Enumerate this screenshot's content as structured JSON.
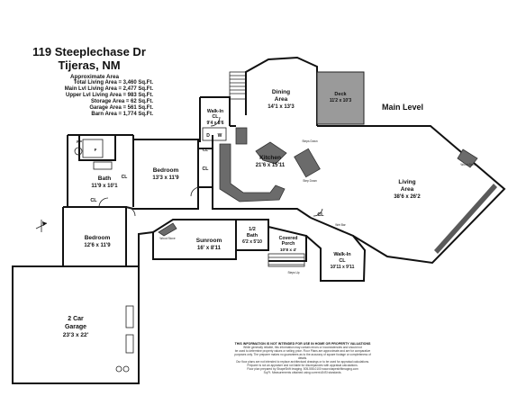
{
  "header": {
    "address_line1": "119 Steeplechase Dr",
    "address_line2": "Tijeras, NM"
  },
  "area_summary": {
    "heading": "Approximate Area",
    "lines": [
      "Total Living Area = 3,460 Sq.Ft.",
      "Main Lvl Living Area = 2,477 Sq.Ft.",
      "Upper Lvl Living Area = 983 Sq.Ft.",
      "Storage Area = 62 Sq.Ft.",
      "Garage Area = 561 Sq.Ft.",
      "Barn Area = 1,774 Sq.Ft."
    ]
  },
  "level_label": "Main Level",
  "rooms": {
    "dining": {
      "name": "Dining",
      "name2": "Area",
      "dims": "14'1 x 13'3"
    },
    "deck": {
      "name": "Deck",
      "dims": "11'2 x 10'3"
    },
    "walkin_top": {
      "name": "Walk-In",
      "name2": "CL",
      "dims": "9'4 x 8'6"
    },
    "kitchen": {
      "name": "Kitchen",
      "dims": "21'6 x 15'11"
    },
    "bedroom1": {
      "name": "Bedroom",
      "dims": "13'3 x 11'9"
    },
    "bath": {
      "name": "Bath",
      "dims": "11'9 x 10'1"
    },
    "living": {
      "name": "Living",
      "name2": "Area",
      "dims": "38'6 x 26'2"
    },
    "bedroom2": {
      "name": "Bedroom",
      "dims": "12'6 x 11'9"
    },
    "sunroom": {
      "name": "Sunroom",
      "dims": "16' x 8'11"
    },
    "half_bath": {
      "name": "1/2",
      "name2": "Bath",
      "dims": "6'2 x 5'10"
    },
    "covered_porch": {
      "name": "Covered",
      "name2": "Porch",
      "dims": "10'8 x 4'"
    },
    "walkin_bottom": {
      "name": "Walk-In",
      "name2": "CL",
      "dims": "10'11 x 9'11"
    },
    "garage": {
      "name": "2 Car",
      "name2": "Garage",
      "dims": "23'3 x 22'"
    }
  },
  "small_labels": {
    "cl": "CL",
    "d": "D",
    "w": "W",
    "fp": "FP",
    "f": "F",
    "wood_stove": "Wood Stove",
    "steps_down": "Steps Down",
    "step_down": "Step Down",
    "steps_up": "Steps Up",
    "wet_bar": "Wet Bar"
  },
  "disclaimer": {
    "title": "THIS INFORMATION IS NOT INTENDED FOR USE IN HOME OR PROPERTY VALUATIONS",
    "lines": [
      "While generally reliable, this information may contain errors or inconsistencies and should not",
      "be used to determine property values or selling price. Floor Plans are approximate and are for comparative",
      "purposes only. The preparer makes no guarantees as to the accuracy of square footage or completeness of details.",
      "Our floor plans are not intended to replace architectural drawings or to be used for appraisal calculations.",
      "Preparer is not an appraiser and not liable for discrepancies with appraisal calculations.",
      "Floor plan prepared by ShapeShift Imaging. 505-555-0100 www.shapeshiftimaging.com",
      "Sq.Ft. Measurements obtained using current ANSI standards."
    ]
  }
}
